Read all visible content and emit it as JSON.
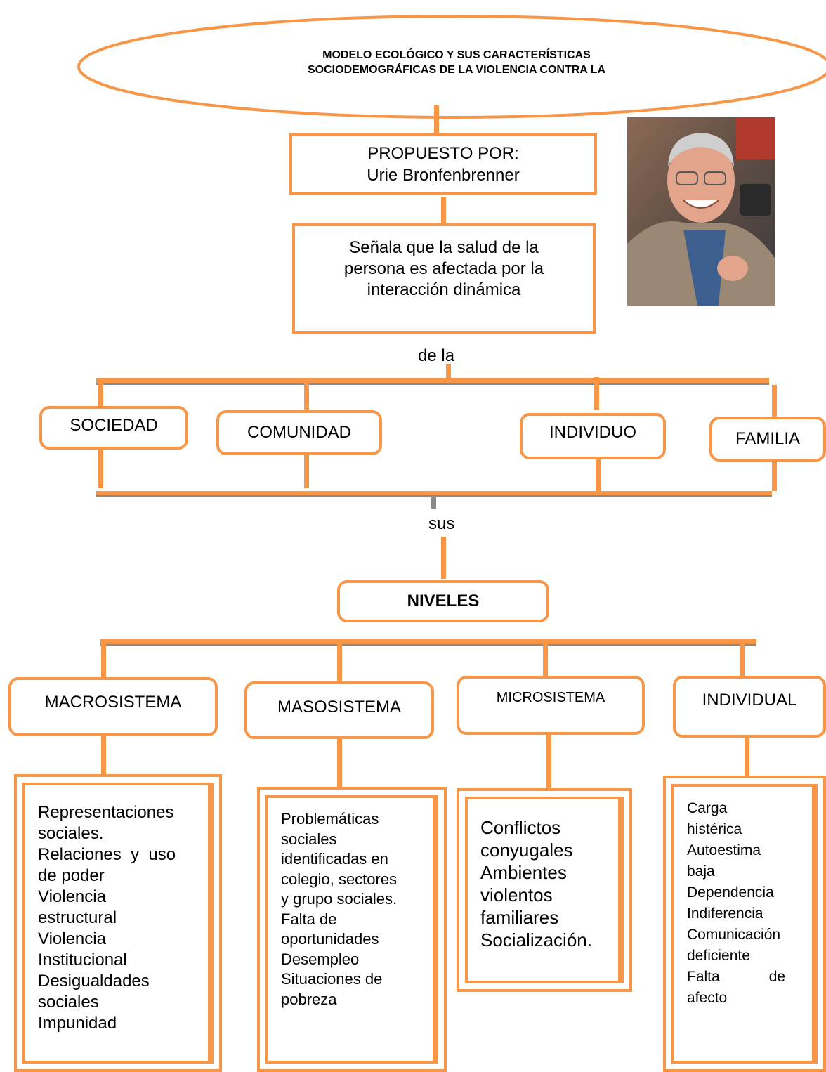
{
  "title": {
    "line1": "MODELO ECOLÓGICO Y SUS CARACTERÍSTICAS",
    "line2": "SOCIODEMOGRÁFICAS DE LA VIOLENCIA CONTRA LA"
  },
  "proposer": {
    "line1": "PROPUESTO POR:",
    "line2": "Urie Bronfenbrenner"
  },
  "statement": {
    "lines": [
      "Señala que la salud de la",
      "persona es afectada por la",
      "interacción dinámica"
    ]
  },
  "connector1": "de la",
  "entities": [
    "SOCIEDAD",
    "COMUNIDAD",
    "INDIVIDUO",
    "FAMILIA"
  ],
  "connector2": "sus",
  "levels_title": "NIVELES",
  "levels": [
    "MACROSISTEMA",
    "MASOSISTEMA",
    "MICROSISTEMA",
    "INDIVIDUAL"
  ],
  "details": [
    [
      "Representaciones",
      "sociales.",
      "Relaciones  y  uso",
      "de poder",
      "Violencia",
      "estructural",
      "Violencia",
      "Institucional",
      "Desigualdades",
      "sociales",
      "Impunidad"
    ],
    [
      "Problemáticas",
      "sociales",
      "identificadas en",
      "colegio, sectores",
      "y grupo sociales.",
      "Falta de",
      "oportunidades",
      "Desempleo",
      "Situaciones de",
      "pobreza"
    ],
    [
      "Conflictos",
      "conyugales",
      "Ambientes",
      "violentos",
      "familiares",
      "Socialización."
    ],
    [
      "Carga",
      "histérica",
      "Autoestima",
      "baja",
      "Dependencia",
      "Indiferencia",
      "Comunicación",
      "deficiente",
      "Falta            de",
      "afecto"
    ]
  ],
  "colors": {
    "accent": "#f79646",
    "shadow": "#8a8a8a"
  },
  "photo": {
    "icon": "portrait-photo"
  }
}
